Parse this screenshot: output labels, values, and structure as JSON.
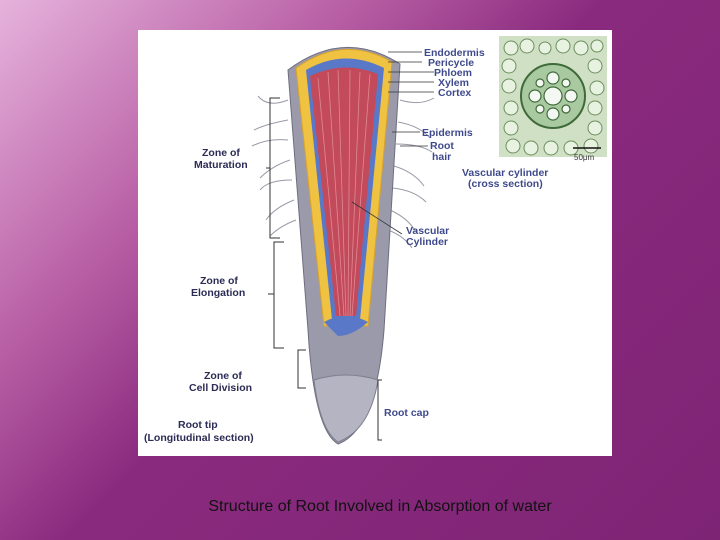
{
  "caption": "Structure of Root Involved in Absorption of water",
  "labels": {
    "endodermis": "Endodermis",
    "pericycle": "Pericycle",
    "phloem": "Phloem",
    "xylem": "Xylem",
    "cortex": "Cortex",
    "epidermis": "Epidermis",
    "root_hair_line1": "Root",
    "root_hair_line2": "hair",
    "vascular_cs_line1": "Vascular cylinder",
    "vascular_cs_line2": "(cross section)",
    "vascular_line1": "Vascular",
    "vascular_line2": "Cylinder",
    "maturation_line1": "Zone of",
    "maturation_line2": "Maturation",
    "elongation_line1": "Zone of",
    "elongation_line2": "Elongation",
    "division_line1": "Zone of",
    "division_line2": "Cell Division",
    "root_cap": "Root cap",
    "root_tip_line1": "Root tip",
    "root_tip_line2": "(Longitudinal section)",
    "scale_bar": "50μm"
  },
  "colors": {
    "background_accent": "#7e2475",
    "cortex": "#f0c242",
    "vascular": "#c24a5a",
    "epidermis": "#8c8c9a",
    "label_text": "#3f4a8c"
  }
}
